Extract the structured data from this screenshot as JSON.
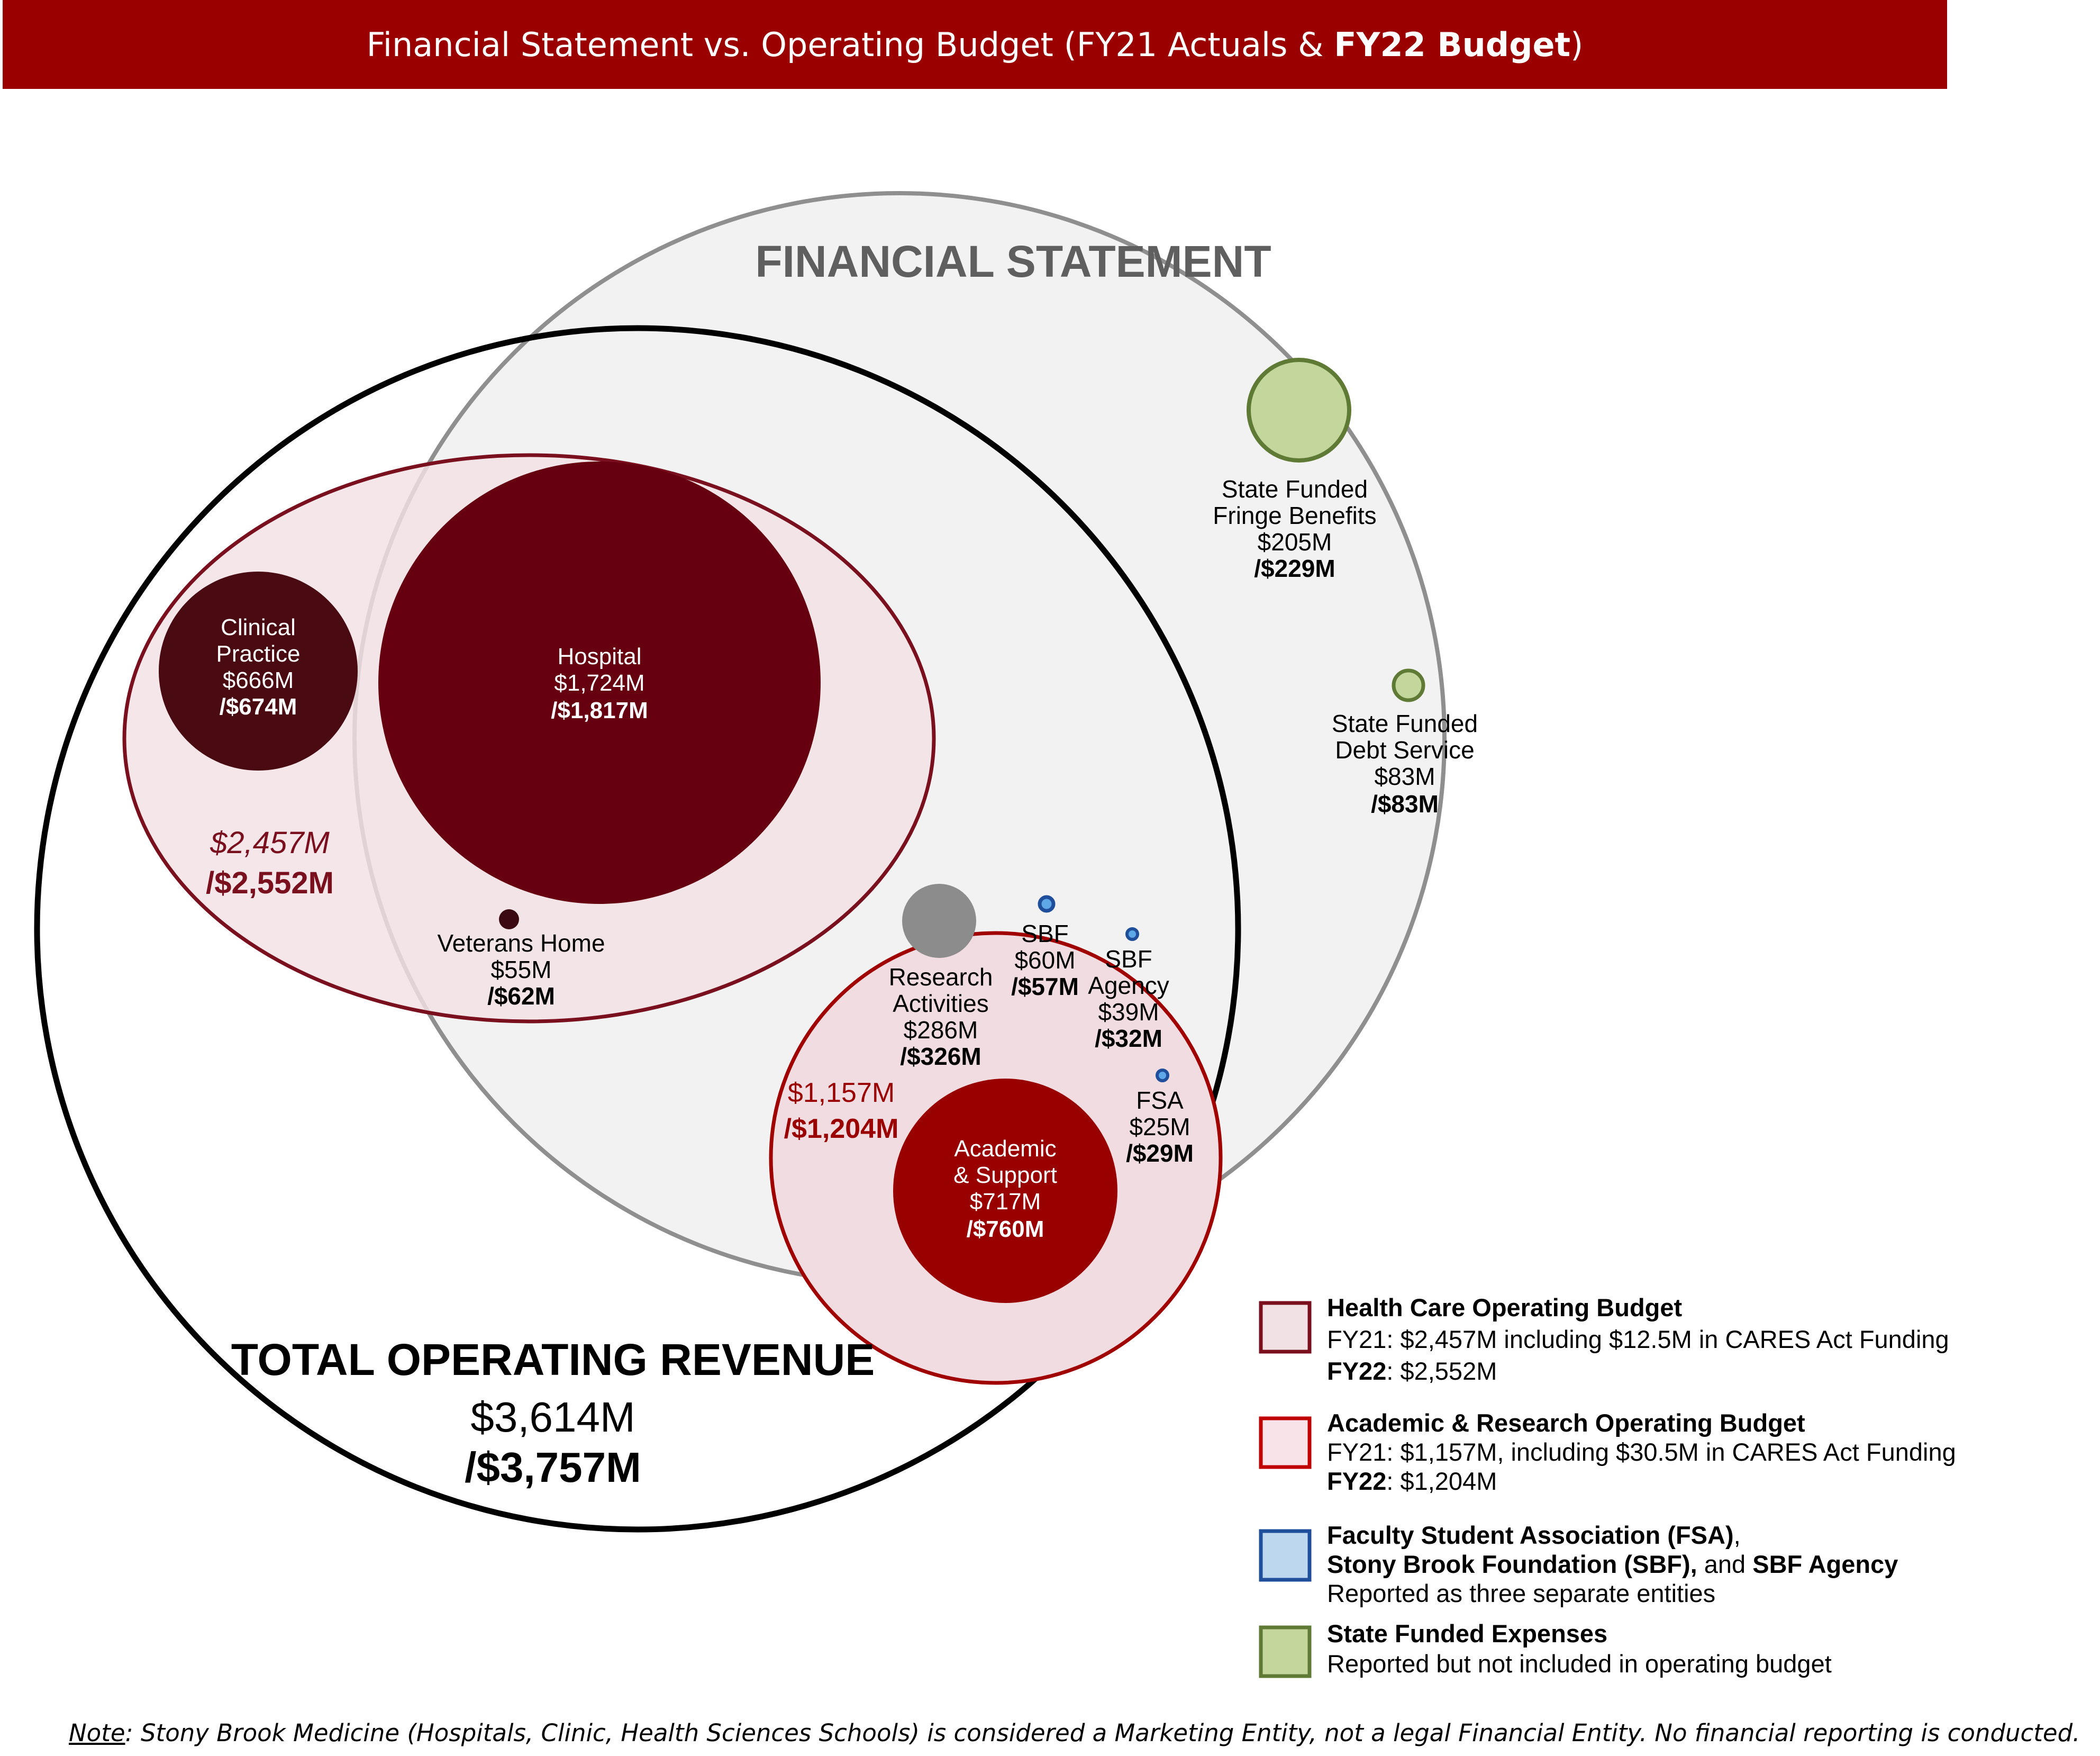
{
  "header": {
    "title_prefix": "Financial Statement vs. Operating Budget (FY21 Actuals & ",
    "title_bold": "FY22 Budget",
    "title_suffix": ")"
  },
  "financial_statement": {
    "title": "FINANCIAL STATEMENT"
  },
  "total_operating_revenue": {
    "title": "TOTAL OPERATING REVENUE",
    "fy21": "$3,614M",
    "fy22": "/$3,757M"
  },
  "health_care_budget": {
    "fy21": "$2,457M",
    "fy22": "/$2,552M"
  },
  "academic_research_budget": {
    "fy21": "$1,157M",
    "fy22": "/$1,204M"
  },
  "nodes": {
    "clinical_practice": {
      "line1": "Clinical",
      "line2": "Practice",
      "fy21": "$666M",
      "fy22": "/$674M"
    },
    "hospital": {
      "line1": "Hospital",
      "fy21": "$1,724M",
      "fy22": "/$1,817M"
    },
    "veterans_home": {
      "line1": "Veterans Home",
      "fy21": "$55M",
      "fy22": "/$62M"
    },
    "research_activities": {
      "line1": "Research",
      "line2": "Activities",
      "fy21": "$286M",
      "fy22": "/$326M"
    },
    "sbf": {
      "line1": "SBF",
      "fy21": "$60M",
      "fy22": "/$57M"
    },
    "sbf_agency": {
      "line1": "SBF",
      "line2": "Agency",
      "fy21": "$39M",
      "fy22": "/$32M"
    },
    "fsa": {
      "line1": "FSA",
      "fy21": "$25M",
      "fy22": "/$29M"
    },
    "academic_support": {
      "line1": "Academic",
      "line2": "& Support",
      "fy21": "$717M",
      "fy22": "/$760M"
    },
    "fringe_benefits": {
      "line1": "State Funded",
      "line2": "Fringe Benefits",
      "fy21": "$205M",
      "fy22": "/$229M"
    },
    "debt_service": {
      "line1": "State Funded",
      "line2": "Debt Service",
      "fy21": "$83M",
      "fy22": "/$83M"
    }
  },
  "legend": {
    "health_care": {
      "title": "Health Care Operating Budget",
      "line1": "FY21: $2,457M including $12.5M in CARES Act Funding",
      "line2_bold": "FY22",
      "line2_rest": ": $2,552M"
    },
    "academic_research": {
      "title": "Academic & Research Operating Budget",
      "line1": "FY21: $1,157M, including $30.5M in CARES Act Funding",
      "line2_bold": "FY22",
      "line2_rest": ": $1,204M"
    },
    "entities": {
      "line1_bold": "Faculty Student Association (FSA)",
      "line1_rest": ",",
      "line2_bold_a": "Stony Brook Foundation (SBF),",
      "line2_mid": " and ",
      "line2_bold_b": "SBF Agency",
      "line3": "Reported as three separate entities"
    },
    "state_funded": {
      "title": "State Funded Expenses",
      "line1": "Reported but not included in operating budget"
    }
  },
  "note": {
    "label": "Note",
    "text": ": Stony Brook Medicine (Hospitals, Clinic, Health Sciences Schools) is considered a Marketing Entity, not a legal Financial Entity. No financial reporting is conducted."
  },
  "colors": {
    "header": "#9b0000",
    "hospital": "#660010",
    "clinical_practice": "#4a0a12",
    "academic_support": "#990000",
    "health_care_fill": "#f1e1e4",
    "research_gray": "#8c8c8c",
    "blue_entities": "#2e6cc4",
    "state_green": "#c3d69b",
    "state_green_border": "#5f7a34"
  }
}
